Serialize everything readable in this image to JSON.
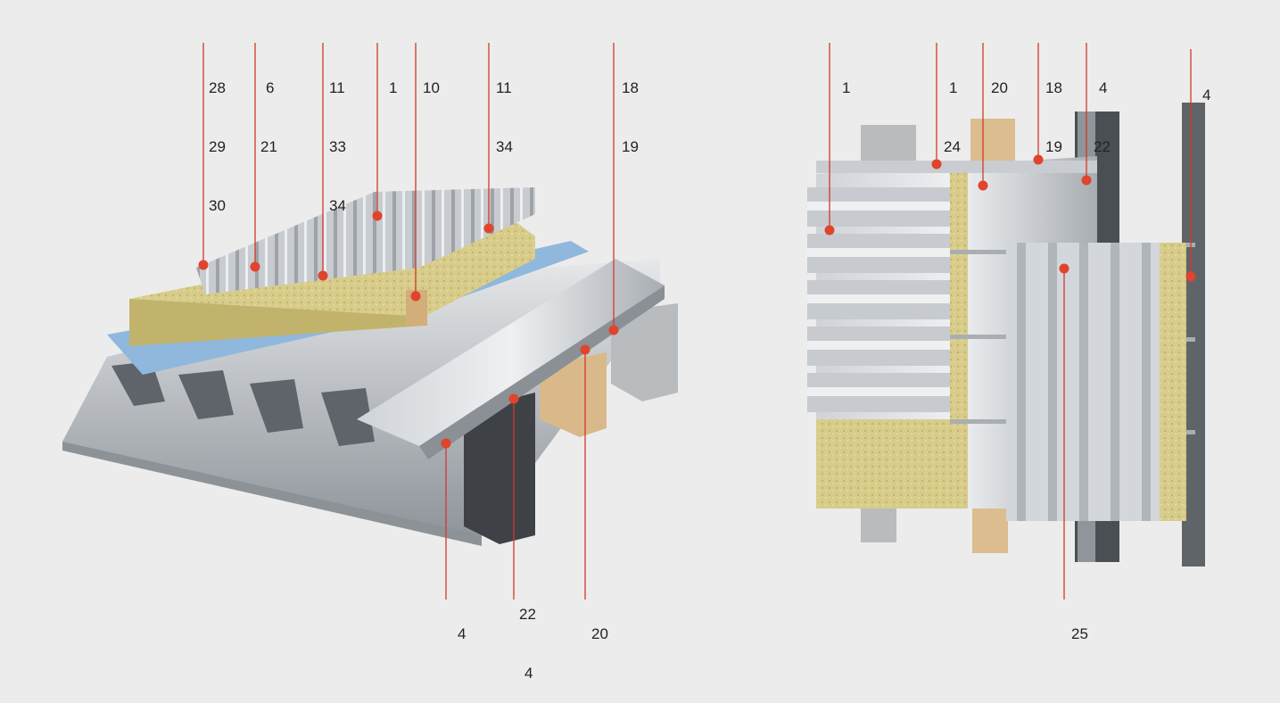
{
  "colors": {
    "background": "#ececec",
    "leader_line": "#d03a2a",
    "marker": "#e0442c",
    "text": "#222222"
  },
  "roof_diagram": {
    "top_labels": [
      [
        "28",
        "29",
        "30"
      ],
      [
        "6",
        "21"
      ],
      [
        "11",
        "33",
        "34"
      ],
      [
        "1"
      ],
      [
        "10"
      ],
      [
        "11",
        "34"
      ],
      [
        "18",
        "19"
      ]
    ],
    "bottom_labels": [
      [
        "4"
      ],
      [
        "22",
        "4"
      ],
      [
        "20"
      ]
    ]
  },
  "wall_diagram": {
    "top_labels": [
      [
        "1"
      ],
      [
        "1",
        "24"
      ],
      [
        "20"
      ],
      [
        "18",
        "19"
      ],
      [
        "4",
        "22"
      ],
      [
        "4"
      ]
    ],
    "bottom_labels": [
      [
        "25"
      ]
    ]
  }
}
